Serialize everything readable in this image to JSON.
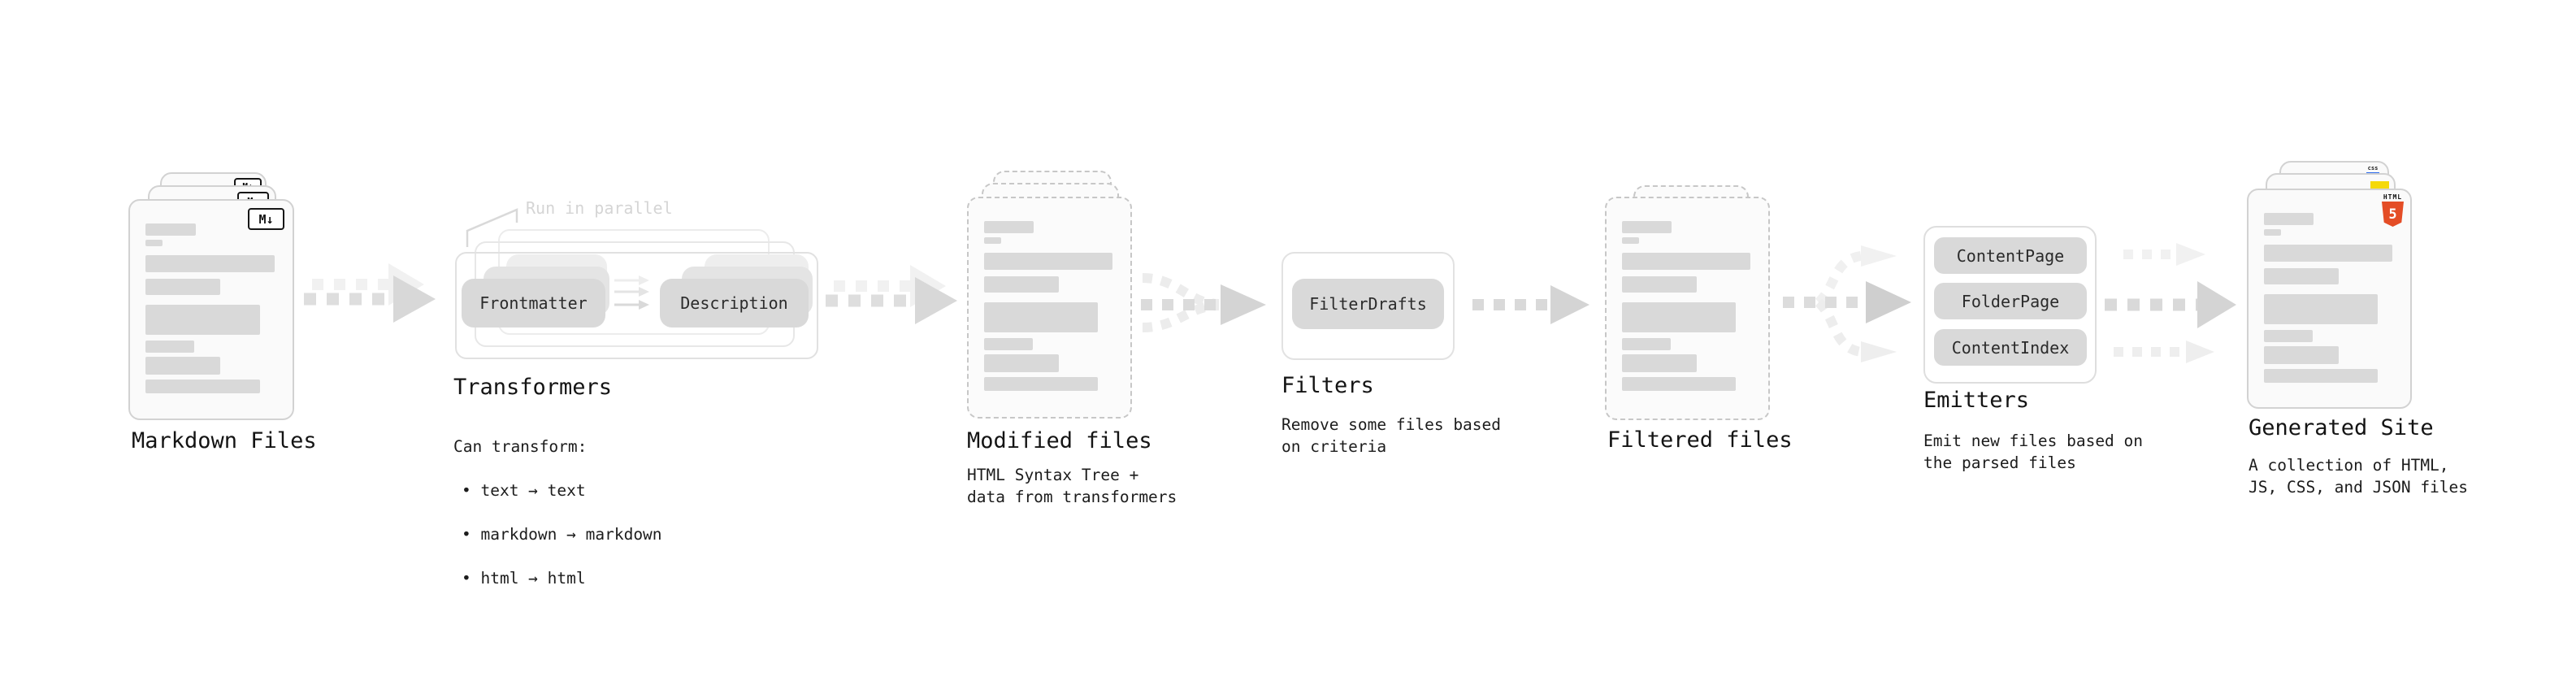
{
  "stages": {
    "markdown_files": {
      "label": "Markdown Files",
      "badge": "M↓"
    },
    "transformers": {
      "callout": "Run in parallel",
      "pill_left": "Frontmatter",
      "pill_right": "Description",
      "label": "Transformers",
      "caption_intro": "Can transform:",
      "bullets": [
        "• text → text",
        "• markdown → markdown",
        "• html → html"
      ]
    },
    "modified_files": {
      "label": "Modified files",
      "caption": "HTML Syntax Tree +\ndata from transformers"
    },
    "filters": {
      "label": "Filters",
      "pill": "FilterDrafts",
      "caption": "Remove some files based\non criteria"
    },
    "filtered_files": {
      "label": "Filtered files"
    },
    "emitters": {
      "label": "Emitters",
      "pills": [
        "ContentPage",
        "FolderPage",
        "ContentIndex"
      ],
      "caption": "Emit new files based on\nthe parsed files"
    },
    "generated_site": {
      "label": "Generated Site",
      "caption": "A collection of HTML,\nJS, CSS, and JSON files",
      "badge_css": "css",
      "badge_html_word": "HTML",
      "badge_html5_number": "5"
    }
  },
  "colors": {
    "html5_orange": "#e44d26",
    "js_yellow": "#f5d90a",
    "css_blue": "#2c6bed",
    "pill_gray": "#d9d9d9"
  }
}
